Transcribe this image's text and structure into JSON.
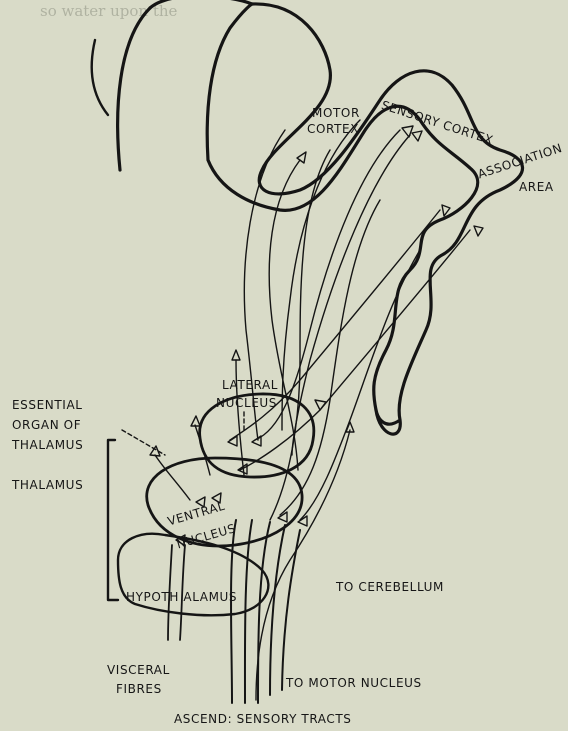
{
  "background_text": {
    "lines": [
      "so water upon the"
    ]
  },
  "labels": {
    "motor_cortex_1": "MOTOR",
    "motor_cortex_2": "CORTEX",
    "sensory_cortex": "SENSORY CORTEX",
    "association_1": "ASSOCIATION",
    "association_2": "AREA",
    "lateral_1": "LATERAL",
    "lateral_2": "NUCLEUS",
    "essential_1": "ESSENTIAL",
    "essential_2": "ORGAN OF",
    "essential_3": "THALAMUS",
    "thalamus": "THALAMUS",
    "ventral_1": "VENTRAL",
    "ventral_2": "NUCLEUS",
    "hypothalamus": "HYPOTH ALAMUS",
    "to_cerebellum": "TO CEREBELLUM",
    "visceral_1": "VISCERAL",
    "visceral_2": "FIBRES",
    "to_motor_nucleus": "TO MOTOR NUCLEUS",
    "ascend": "ASCEND: SENSORY TRACTS"
  },
  "colors": {
    "paper": "#d9dbc8",
    "ink": "#151515"
  }
}
